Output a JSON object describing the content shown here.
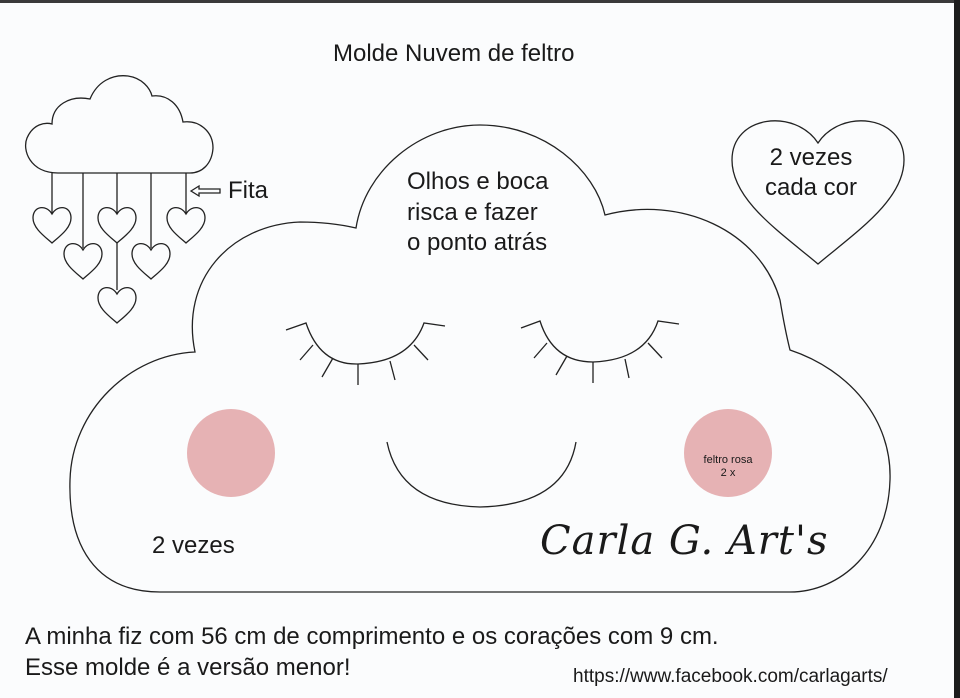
{
  "title": "Molde Nuvem de feltro",
  "instructions": [
    "Olhos e boca",
    "risca e fazer",
    "o ponto atrás"
  ],
  "heart_note": [
    "2 vezes",
    "cada cor"
  ],
  "ribbon_label": "Fita",
  "cloud_note": "2 vezes",
  "cheek_label": [
    "feltro rosa",
    "2 x"
  ],
  "signature": "Carla G. Art's",
  "footer": {
    "line1": "A minha fiz com 56 cm de comprimento e os corações com 9 cm.",
    "line2": "Esse molde é a versão menor!",
    "url": "https://www.facebook.com/carlagarts/"
  },
  "colors": {
    "cheek": "#e6b2b4",
    "line": "#222222"
  },
  "icons": {
    "ribbon_arrow": "left-outline-arrow-icon"
  }
}
